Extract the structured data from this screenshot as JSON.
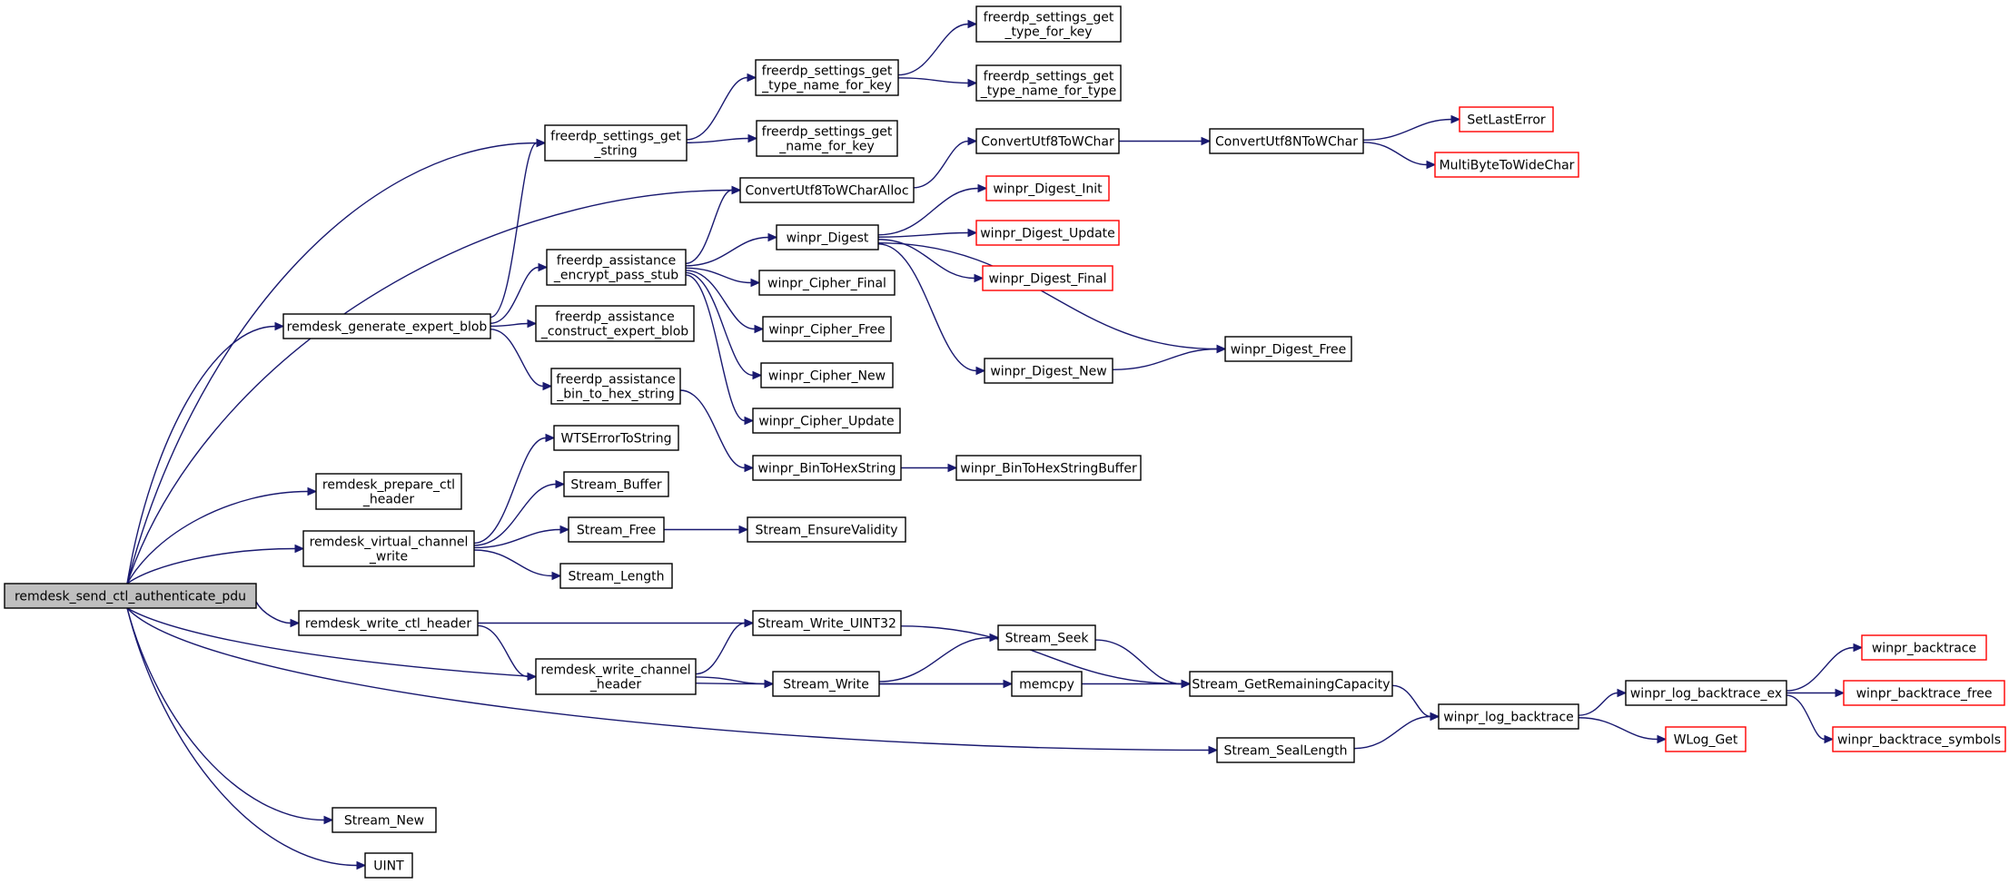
{
  "nodes": [
    {
      "id": "root",
      "lines": [
        "remdesk_send_ctl_authenticate_pdu"
      ],
      "kind": "root"
    },
    {
      "id": "fsgs",
      "lines": [
        "freerdp_settings_get",
        "_string"
      ]
    },
    {
      "id": "cu8a",
      "lines": [
        "ConvertUtf8ToWCharAlloc"
      ]
    },
    {
      "id": "rgeb",
      "lines": [
        "remdesk_generate_expert_blob"
      ]
    },
    {
      "id": "rpch",
      "lines": [
        "remdesk_prepare_ctl",
        "_header"
      ]
    },
    {
      "id": "rvcw",
      "lines": [
        "remdesk_virtual_channel",
        "_write"
      ]
    },
    {
      "id": "rwch",
      "lines": [
        "remdesk_write_ctl_header"
      ]
    },
    {
      "id": "swr",
      "lines": [
        "Stream_Write"
      ]
    },
    {
      "id": "ssl",
      "lines": [
        "Stream_SealLength"
      ]
    },
    {
      "id": "snew",
      "lines": [
        "Stream_New"
      ]
    },
    {
      "id": "uint",
      "lines": [
        "UINT"
      ]
    },
    {
      "id": "fstn",
      "lines": [
        "freerdp_settings_get",
        "_type_name_for_key"
      ]
    },
    {
      "id": "fsnk",
      "lines": [
        "freerdp_settings_get",
        "_name_for_key"
      ]
    },
    {
      "id": "fstk",
      "lines": [
        "freerdp_settings_get",
        "_type_for_key"
      ]
    },
    {
      "id": "fstt",
      "lines": [
        "freerdp_settings_get",
        "_type_name_for_type"
      ]
    },
    {
      "id": "cu8",
      "lines": [
        "ConvertUtf8ToWChar"
      ]
    },
    {
      "id": "cu8n",
      "lines": [
        "ConvertUtf8NToWChar"
      ]
    },
    {
      "id": "sle",
      "lines": [
        "SetLastError"
      ],
      "kind": "ext"
    },
    {
      "id": "mbw",
      "lines": [
        "MultiByteToWideChar"
      ],
      "kind": "ext"
    },
    {
      "id": "faep",
      "lines": [
        "freerdp_assistance",
        "_encrypt_pass_stub"
      ]
    },
    {
      "id": "face",
      "lines": [
        "freerdp_assistance",
        "_construct_expert_blob"
      ]
    },
    {
      "id": "fabh",
      "lines": [
        "freerdp_assistance",
        "_bin_to_hex_string"
      ]
    },
    {
      "id": "wdig",
      "lines": [
        "winpr_Digest"
      ]
    },
    {
      "id": "wdi",
      "lines": [
        "winpr_Digest_Init"
      ],
      "kind": "ext"
    },
    {
      "id": "wdu",
      "lines": [
        "winpr_Digest_Update"
      ],
      "kind": "ext"
    },
    {
      "id": "wdfi",
      "lines": [
        "winpr_Digest_Final"
      ],
      "kind": "ext"
    },
    {
      "id": "wdfr",
      "lines": [
        "winpr_Digest_Free"
      ]
    },
    {
      "id": "wdn",
      "lines": [
        "winpr_Digest_New"
      ]
    },
    {
      "id": "wcfi",
      "lines": [
        "winpr_Cipher_Final"
      ]
    },
    {
      "id": "wcfr",
      "lines": [
        "winpr_Cipher_Free"
      ]
    },
    {
      "id": "wcn",
      "lines": [
        "winpr_Cipher_New"
      ]
    },
    {
      "id": "wcu",
      "lines": [
        "winpr_Cipher_Update"
      ]
    },
    {
      "id": "wbh",
      "lines": [
        "winpr_BinToHexString"
      ]
    },
    {
      "id": "wbhb",
      "lines": [
        "winpr_BinToHexStringBuffer"
      ]
    },
    {
      "id": "wtse",
      "lines": [
        "WTSErrorToString"
      ]
    },
    {
      "id": "sbuf",
      "lines": [
        "Stream_Buffer"
      ]
    },
    {
      "id": "sfree",
      "lines": [
        "Stream_Free"
      ]
    },
    {
      "id": "sev",
      "lines": [
        "Stream_EnsureValidity"
      ]
    },
    {
      "id": "slen",
      "lines": [
        "Stream_Length"
      ]
    },
    {
      "id": "swu32",
      "lines": [
        "Stream_Write_UINT32"
      ]
    },
    {
      "id": "rwchh",
      "lines": [
        "remdesk_write_channel",
        "_header"
      ]
    },
    {
      "id": "sseek",
      "lines": [
        "Stream_Seek"
      ]
    },
    {
      "id": "memcpy",
      "lines": [
        "memcpy"
      ]
    },
    {
      "id": "sgrc",
      "lines": [
        "Stream_GetRemainingCapacity"
      ]
    },
    {
      "id": "wlb",
      "lines": [
        "winpr_log_backtrace"
      ]
    },
    {
      "id": "wlbe",
      "lines": [
        "winpr_log_backtrace_ex"
      ]
    },
    {
      "id": "wlg",
      "lines": [
        "WLog_Get"
      ],
      "kind": "ext"
    },
    {
      "id": "wbt",
      "lines": [
        "winpr_backtrace"
      ],
      "kind": "ext"
    },
    {
      "id": "wbtf",
      "lines": [
        "winpr_backtrace_free"
      ],
      "kind": "ext"
    },
    {
      "id": "wbts",
      "lines": [
        "winpr_backtrace_symbols"
      ],
      "kind": "ext"
    }
  ],
  "edges": [
    [
      "root",
      "fsgs"
    ],
    [
      "root",
      "cu8a"
    ],
    [
      "root",
      "rgeb"
    ],
    [
      "root",
      "rpch"
    ],
    [
      "root",
      "rvcw"
    ],
    [
      "root",
      "rwch"
    ],
    [
      "root",
      "swr"
    ],
    [
      "root",
      "ssl"
    ],
    [
      "root",
      "snew"
    ],
    [
      "root",
      "uint"
    ],
    [
      "fsgs",
      "fstn"
    ],
    [
      "fsgs",
      "fsnk"
    ],
    [
      "fstn",
      "fstk"
    ],
    [
      "fstn",
      "fstt"
    ],
    [
      "cu8a",
      "cu8"
    ],
    [
      "cu8",
      "cu8n"
    ],
    [
      "cu8n",
      "sle"
    ],
    [
      "cu8n",
      "mbw"
    ],
    [
      "rgeb",
      "fsgs"
    ],
    [
      "rgeb",
      "faep"
    ],
    [
      "rgeb",
      "face"
    ],
    [
      "rgeb",
      "fabh"
    ],
    [
      "faep",
      "cu8a"
    ],
    [
      "faep",
      "wdig"
    ],
    [
      "faep",
      "wcfi"
    ],
    [
      "faep",
      "wcfr"
    ],
    [
      "faep",
      "wcn"
    ],
    [
      "faep",
      "wcu"
    ],
    [
      "wdig",
      "wdi"
    ],
    [
      "wdig",
      "wdu"
    ],
    [
      "wdig",
      "wdfi"
    ],
    [
      "wdig",
      "wdfr"
    ],
    [
      "wdig",
      "wdn"
    ],
    [
      "wdn",
      "wdfr"
    ],
    [
      "fabh",
      "wbh"
    ],
    [
      "wbh",
      "wbhb"
    ],
    [
      "rvcw",
      "wtse"
    ],
    [
      "rvcw",
      "sbuf"
    ],
    [
      "rvcw",
      "sfree"
    ],
    [
      "rvcw",
      "slen"
    ],
    [
      "sfree",
      "sev"
    ],
    [
      "rwch",
      "swu32"
    ],
    [
      "rwch",
      "rwchh"
    ],
    [
      "rwchh",
      "swu32"
    ],
    [
      "rwchh",
      "swr"
    ],
    [
      "swu32",
      "sgrc"
    ],
    [
      "swr",
      "sseek"
    ],
    [
      "swr",
      "memcpy"
    ],
    [
      "swr",
      "sgrc"
    ],
    [
      "sseek",
      "sgrc"
    ],
    [
      "sgrc",
      "wlb"
    ],
    [
      "ssl",
      "wlb"
    ],
    [
      "wlb",
      "wlbe"
    ],
    [
      "wlb",
      "wlg"
    ],
    [
      "wlbe",
      "wbt"
    ],
    [
      "wlbe",
      "wbtf"
    ],
    [
      "wlbe",
      "wbts"
    ]
  ]
}
